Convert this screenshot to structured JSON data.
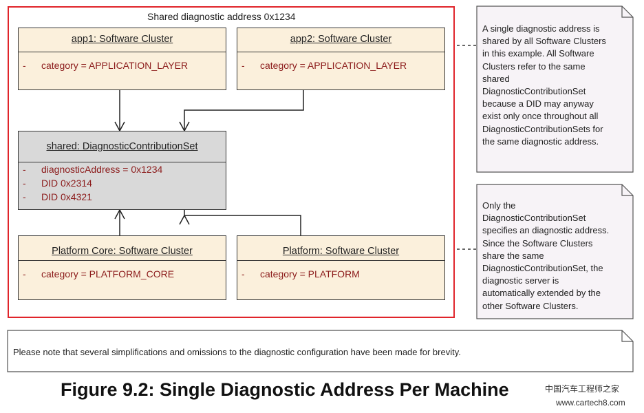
{
  "frame": {
    "title": "Shared diagnostic address 0x1234"
  },
  "boxes": {
    "app1": {
      "title": "app1: Software Cluster",
      "attrs": [
        {
          "dash": "-",
          "text": "category = APPLICATION_LAYER"
        }
      ]
    },
    "app2": {
      "title": "app2: Software Cluster",
      "attrs": [
        {
          "dash": "-",
          "text": "category = APPLICATION_LAYER"
        }
      ]
    },
    "shared": {
      "title": "shared: DiagnosticContributionSet",
      "attrs": [
        {
          "dash": "-",
          "text": "diagnosticAddress = 0x1234"
        },
        {
          "dash": "-",
          "text": "DID 0x2314"
        },
        {
          "dash": "-",
          "text": "DID 0x4321"
        }
      ]
    },
    "core": {
      "title": "Platform Core: Software Cluster",
      "attrs": [
        {
          "dash": "-",
          "text": "category = PLATFORM_CORE"
        }
      ]
    },
    "platform": {
      "title": "Platform: Software Cluster",
      "attrs": [
        {
          "dash": "-",
          "text": "category = PLATFORM"
        }
      ]
    }
  },
  "notes": {
    "note1": [
      "A single diagnostic address is",
      "shared by all Software Clusters",
      "in this example. All Software",
      "Clusters refer to the same",
      "shared",
      "DiagnosticContributionSet",
      "because a DID may anyway",
      "exist only once throughout all",
      "DiagnosticContributionSets for",
      "the same diagnostic address."
    ],
    "note2": [
      "Only  the",
      "DiagnosticContributionSet",
      "specifies an diagnostic address.",
      "Since the Software Clusters",
      "share the same",
      "DiagnosticContributionSet, the",
      "diagnostic server is",
      "automatically extended by the",
      "other Software Clusters."
    ],
    "note3": "Please note that several simplifications and omissions to the diagnostic configuration have been made for brevity."
  },
  "caption": "Figure 9.2: Single Diagnostic Address Per Machine",
  "watermark": {
    "cn": "中国汽车工程师之家",
    "url": "www.cartech8.com"
  },
  "colors": {
    "frame": "#e0242a",
    "box_fill": "#fbf0dc",
    "shared_fill": "#d9d9d9",
    "attr_text": "#8b1a1a",
    "note_fill": "#f7f3f7"
  }
}
